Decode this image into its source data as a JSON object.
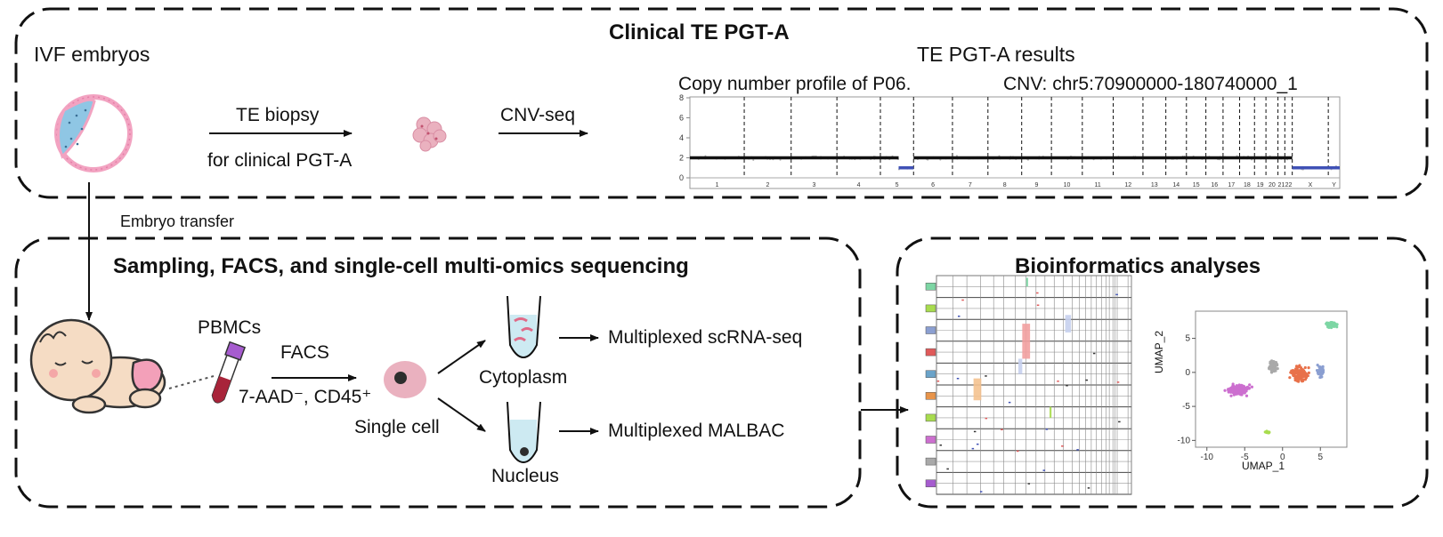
{
  "colors": {
    "cnv_black": "#111111",
    "cnv_blue": "#3f51b5",
    "embryo_pink": "#f2a3c1",
    "embryo_blue": "#8fc6e4",
    "cell_pink": "#eab1bf",
    "tube_fill": "#cdeaf2",
    "umap_green": "#7dd6a4",
    "umap_grey": "#a9a9a9",
    "umap_orange": "#e8714a",
    "umap_blue": "#8b9fd1",
    "umap_purple": "#cc6fcf",
    "umap_lime": "#a8dc4e"
  },
  "top_panel": {
    "title": "Clinical TE PGT-A",
    "ivf_label": "IVF embryos",
    "biopsy_label_1": "TE biopsy",
    "biopsy_label_2": "for clinical PGT-A",
    "cnvseq_label": "CNV-seq",
    "results_title": "TE PGT-A results",
    "profile_label": "Copy number profile of P06.",
    "cnv_label": "CNV: chr5:70900000-180740000_1"
  },
  "transfer_label": "Embryo transfer",
  "bottom_panel": {
    "title": "Sampling, FACS, and single-cell multi-omics sequencing",
    "pbmc_label": "PBMCs",
    "facs_label": "FACS",
    "marker_label": "7-AAD⁻, CD45⁺",
    "single_cell_label": "Single cell",
    "cytoplasm_label": "Cytoplasm",
    "nucleus_label": "Nucleus",
    "rna_label": "Multiplexed scRNA-seq",
    "malbac_label": "Multiplexed MALBAC"
  },
  "bio_panel": {
    "title": "Bioinformatics analyses",
    "umap_xlabel": "UMAP_1",
    "umap_ylabel": "UMAP_2"
  },
  "chart_data": [
    {
      "type": "scatter",
      "subtype": "copy-number-profile",
      "ylim": [
        0,
        8
      ],
      "yticks": [
        0,
        2,
        4,
        6,
        8
      ],
      "categories": [
        "1",
        "2",
        "3",
        "4",
        "5",
        "6",
        "7",
        "8",
        "9",
        "10",
        "11",
        "12",
        "13",
        "14",
        "15",
        "16",
        "17",
        "18",
        "19",
        "20",
        "21",
        "22",
        "X",
        "Y"
      ],
      "segments": [
        {
          "from": "1",
          "to": "4",
          "copy_number": 2,
          "color": "black"
        },
        {
          "from": "5",
          "to": "5",
          "copy_number": 2,
          "color": "black",
          "part": "start"
        },
        {
          "from": "5",
          "to": "5",
          "copy_number": 1,
          "color": "blue",
          "part": "end"
        },
        {
          "from": "6",
          "to": "22",
          "copy_number": 2,
          "color": "black"
        },
        {
          "from": "X",
          "to": "Y",
          "copy_number": 1,
          "color": "blue"
        }
      ],
      "grid": true
    },
    {
      "type": "scatter",
      "subtype": "umap",
      "xlabel": "UMAP_1",
      "ylabel": "UMAP_2",
      "xticks": [
        -10,
        -5,
        0,
        5
      ],
      "yticks": [
        -10,
        -5,
        0,
        5
      ],
      "xlim": [
        -11.5,
        8.5
      ],
      "ylim": [
        -11,
        9
      ],
      "clusters": [
        {
          "color": "#7dd6a4",
          "center": [
            6.5,
            7
          ],
          "spread": [
            0.9,
            0.6
          ],
          "n": 70
        },
        {
          "color": "#a9a9a9",
          "center": [
            -1.2,
            0.9
          ],
          "spread": [
            0.7,
            1.4
          ],
          "n": 70
        },
        {
          "color": "#e8714a",
          "center": [
            2.3,
            -0.2
          ],
          "spread": [
            1.6,
            1.6
          ],
          "n": 110
        },
        {
          "color": "#8b9fd1",
          "center": [
            5.0,
            0.1
          ],
          "spread": [
            0.6,
            1.1
          ],
          "n": 45
        },
        {
          "color": "#cc6fcf",
          "center": [
            -5.8,
            -2.5
          ],
          "spread": [
            2.0,
            1.0
          ],
          "n": 150
        },
        {
          "color": "#a8dc4e",
          "center": [
            -2.0,
            -8.8
          ],
          "spread": [
            0.4,
            0.3
          ],
          "n": 22
        }
      ]
    }
  ]
}
